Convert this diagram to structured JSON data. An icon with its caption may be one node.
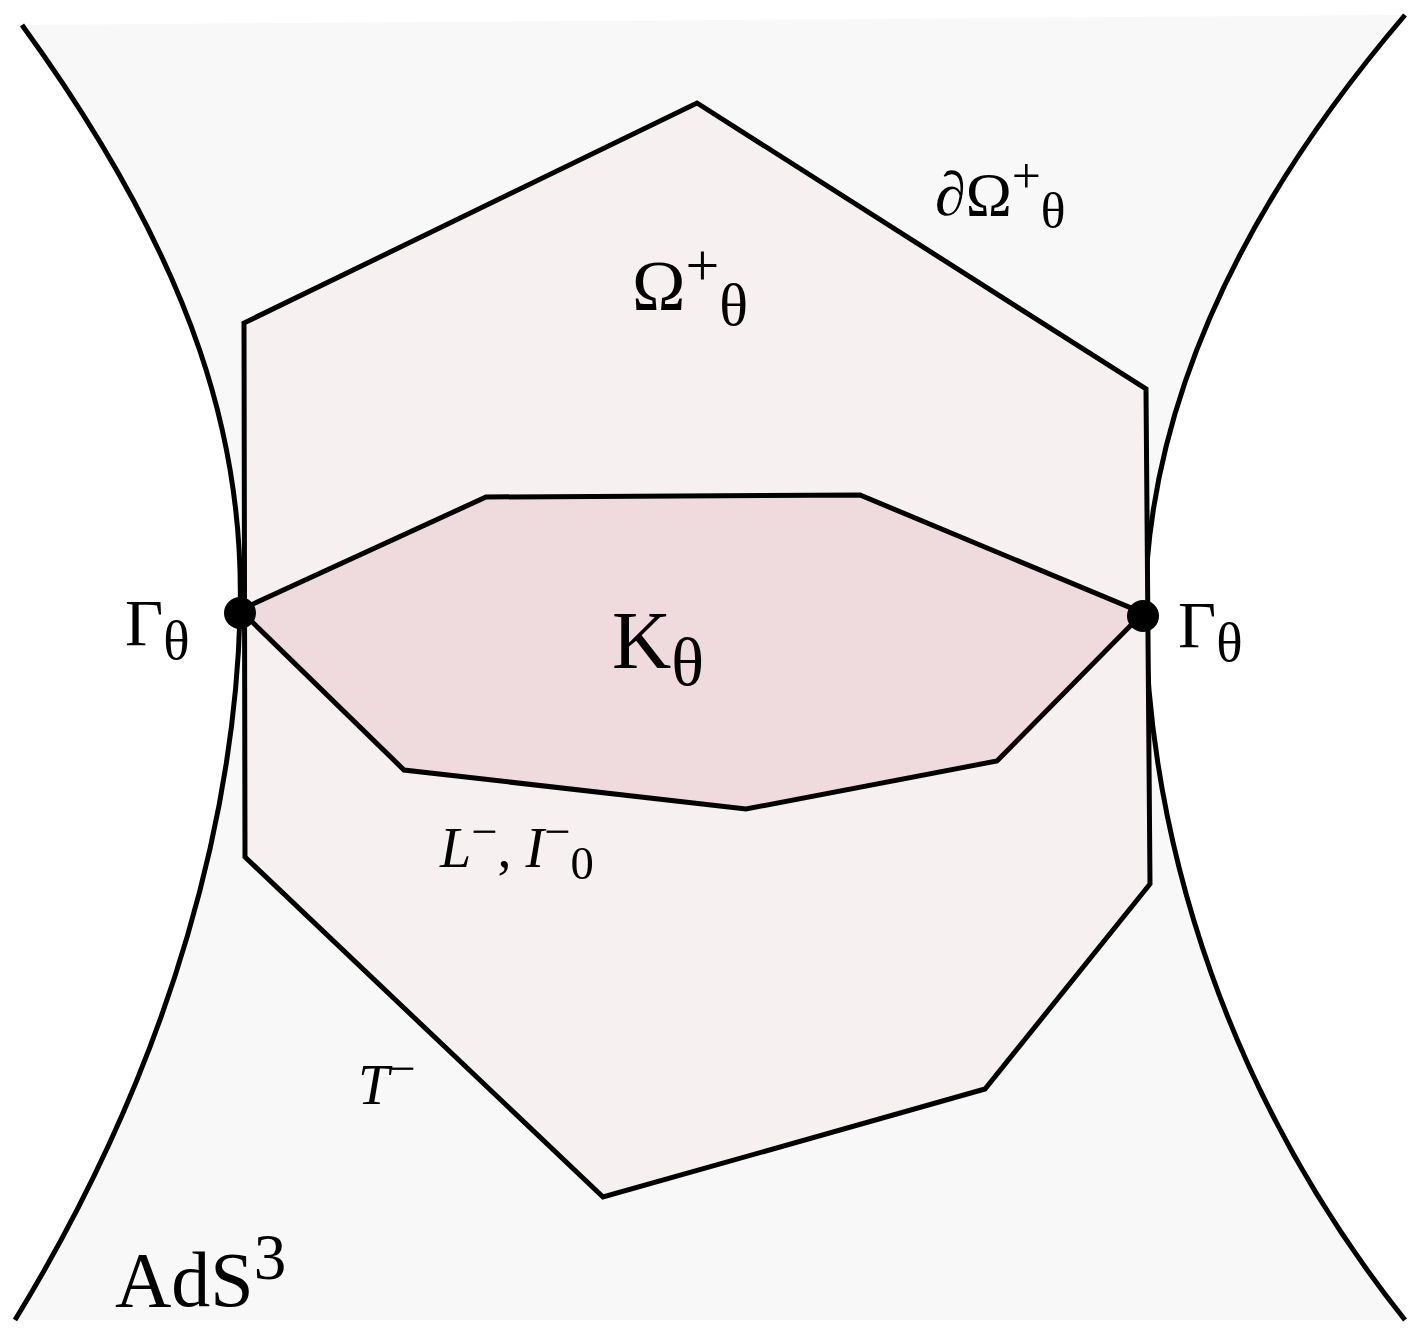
{
  "diagram": {
    "nodes": [
      {
        "text": [
          "AdS$^{3}$"
        ]
      },
      {
        "text": [
          "Ω$^{+}$$_{θ}$"
        ],
        "in": 0
      },
      {
        "text": [
          "K$_{θ}$"
        ],
        "in": 1
      },
      {
        "text": [],
        "shape": "circle",
        "beside": [
          "Γ$_{θ}$"
        ],
        "in": 0
      },
      {
        "text": [],
        "shape": "circle",
        "beside": [
          "Γ$_{θ}$"
        ],
        "in": 0
      }
    ],
    "edges": [],
    "labels": [
      "∂Ω$^{+}$$_{θ}$",
      "*L*$^{−}$, *I*$^{−}$$_{0}$",
      "*T*$^{−}$"
    ]
  }
}
